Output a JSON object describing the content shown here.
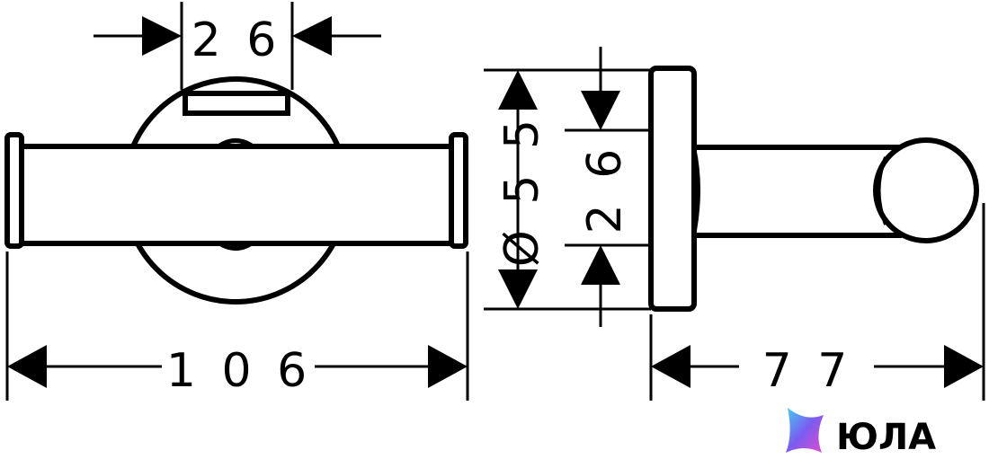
{
  "dimensions": {
    "top_width": "2 6",
    "overall_width": "1 0 6",
    "diameter": "Ø 5 5",
    "rod_height": "2 6",
    "depth": "7 7"
  },
  "brand": {
    "logo_text": "ЮЛА",
    "logo_icon": "star-gradient-icon"
  }
}
